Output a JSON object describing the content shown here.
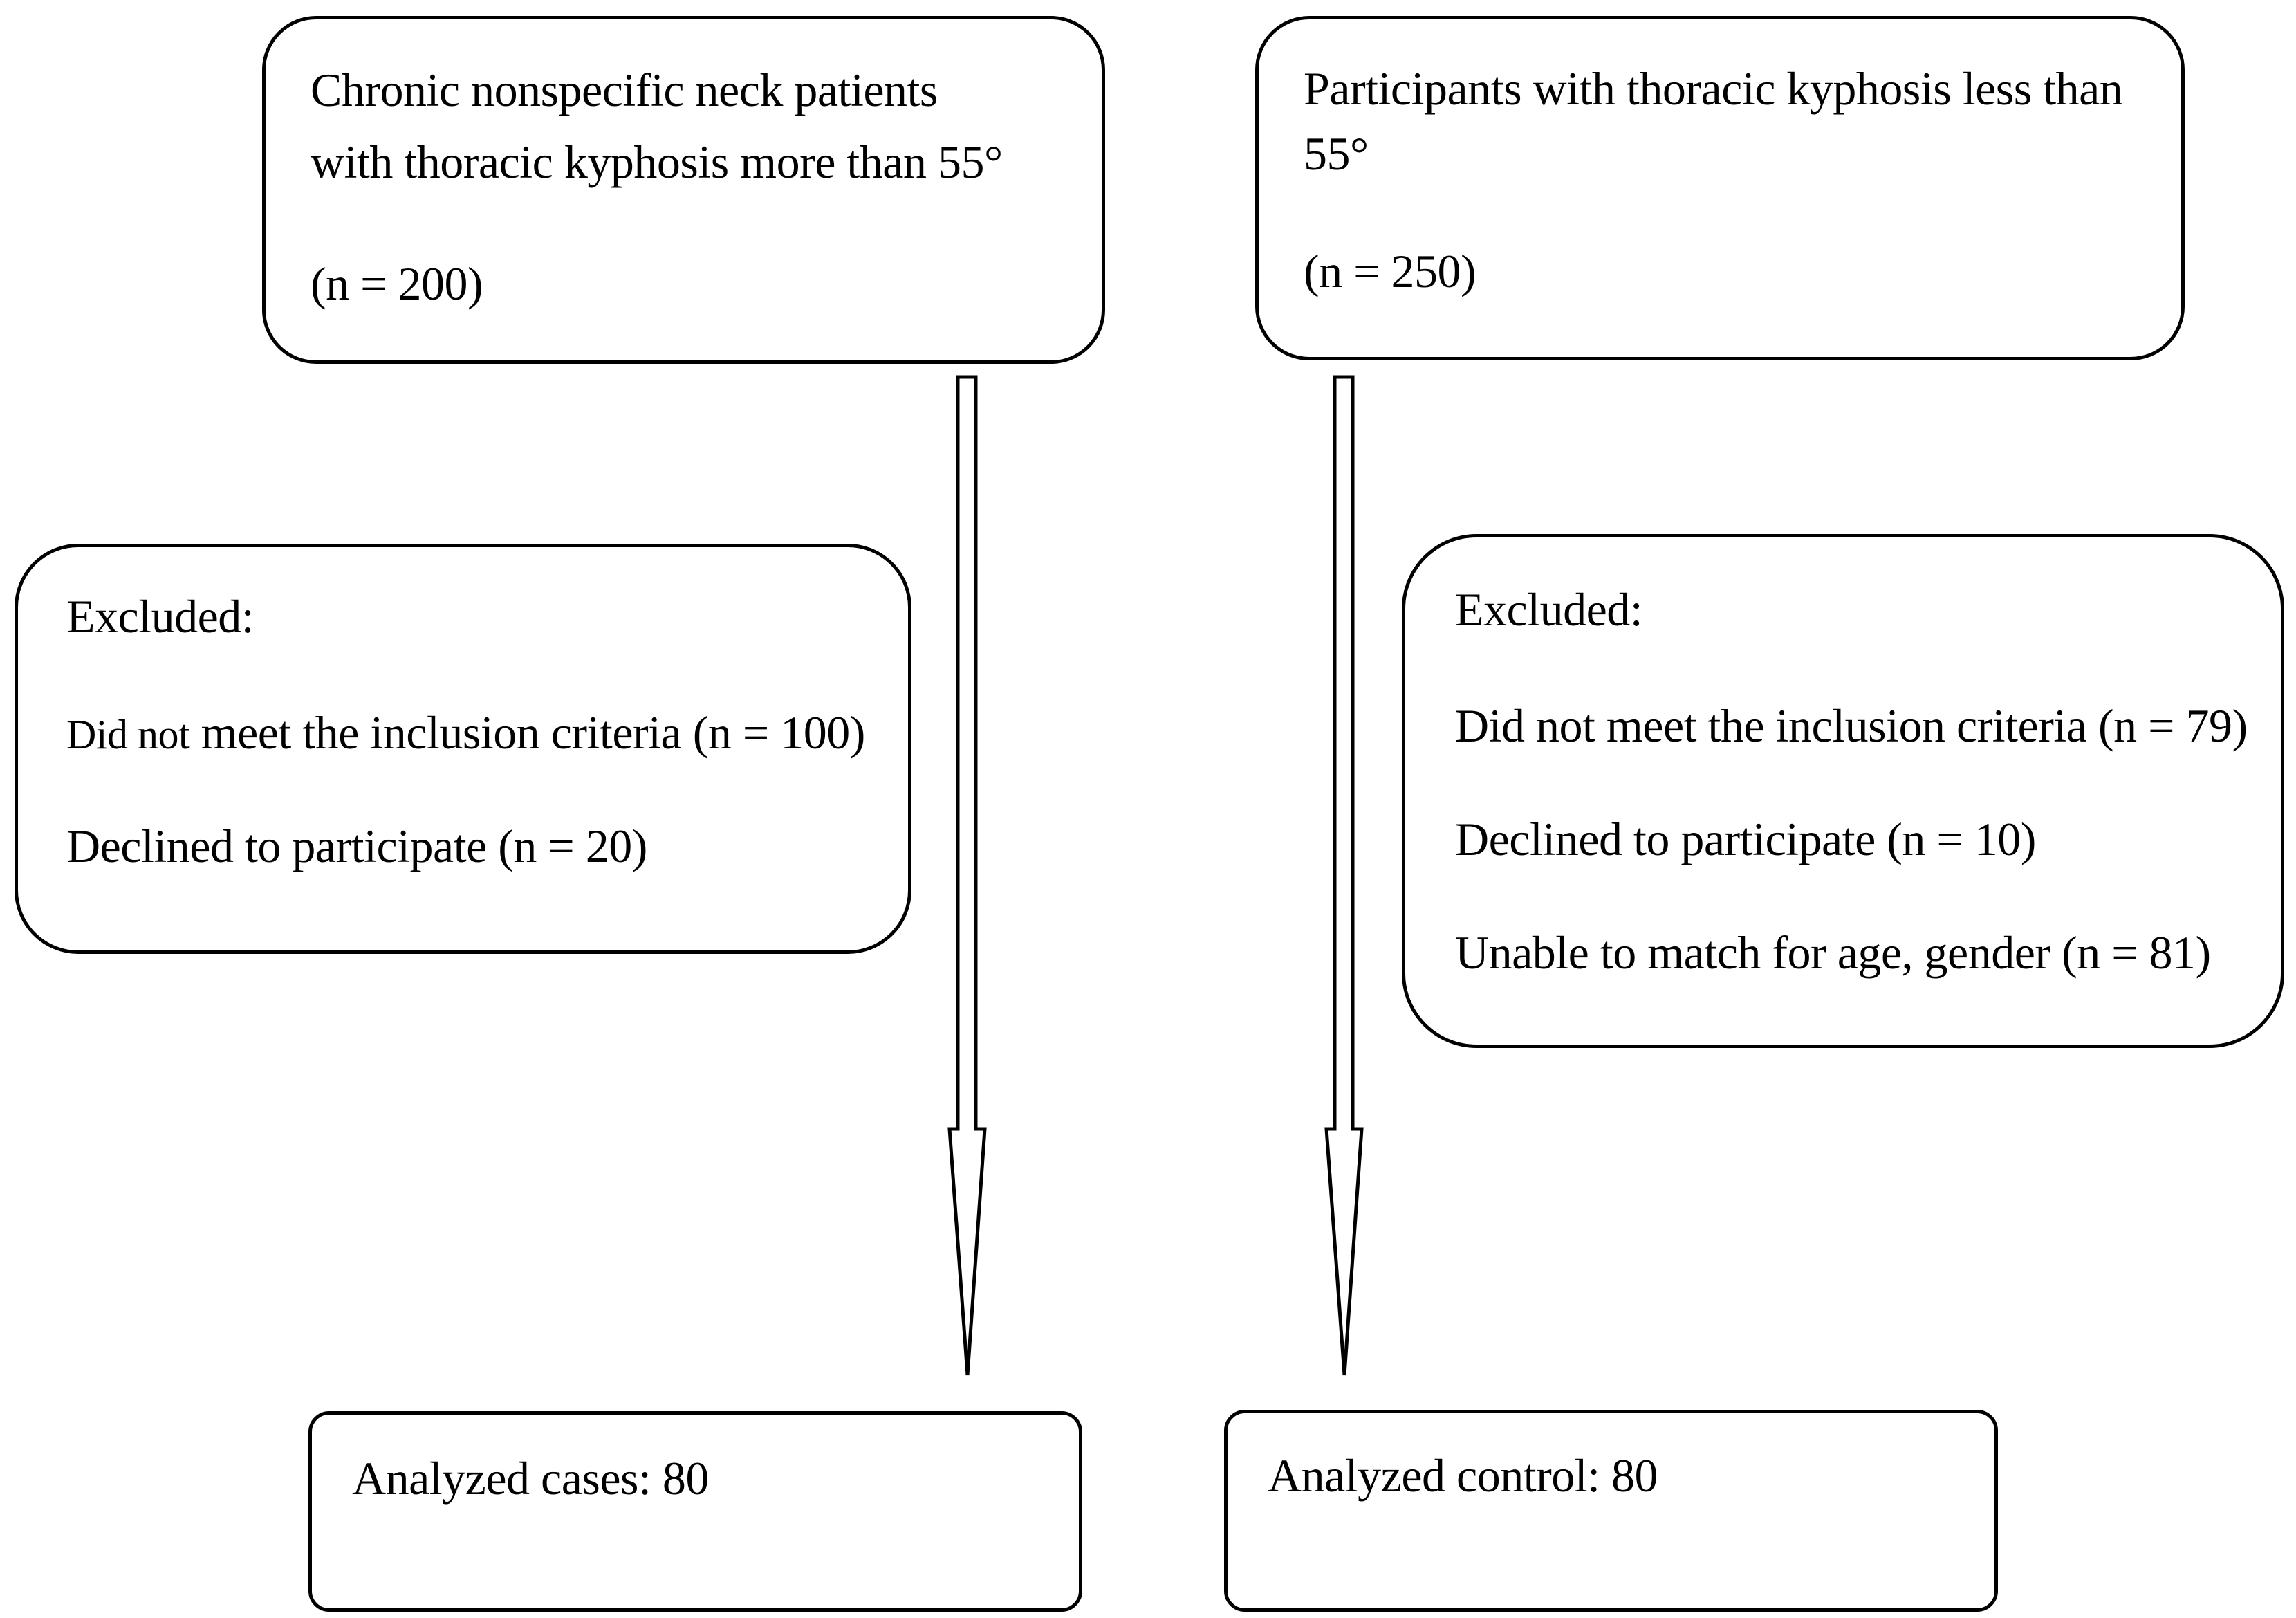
{
  "flowchart": {
    "left_start": {
      "line1": "Chronic nonspecific neck patients",
      "line2": "with thoracic kyphosis more than 55°",
      "count": "(n = 200)"
    },
    "right_start": {
      "line1": "Participants with thoracic kyphosis less than",
      "line2": "55°",
      "count": "(n = 250)"
    },
    "left_excluded": {
      "heading": "Excluded:",
      "item1_prefix": "Did not",
      "item1_rest": " meet the inclusion criteria (n = 100)",
      "item2": "Declined to participate (n = 20)"
    },
    "right_excluded": {
      "heading": "Excluded:",
      "item1": "Did not meet the inclusion criteria (n = 79)",
      "item2": "Declined to participate (n = 10)",
      "item3": "Unable to match for age, gender (n = 81)"
    },
    "left_result": "Analyzed cases: 80",
    "right_result": "Analyzed control: 80"
  }
}
